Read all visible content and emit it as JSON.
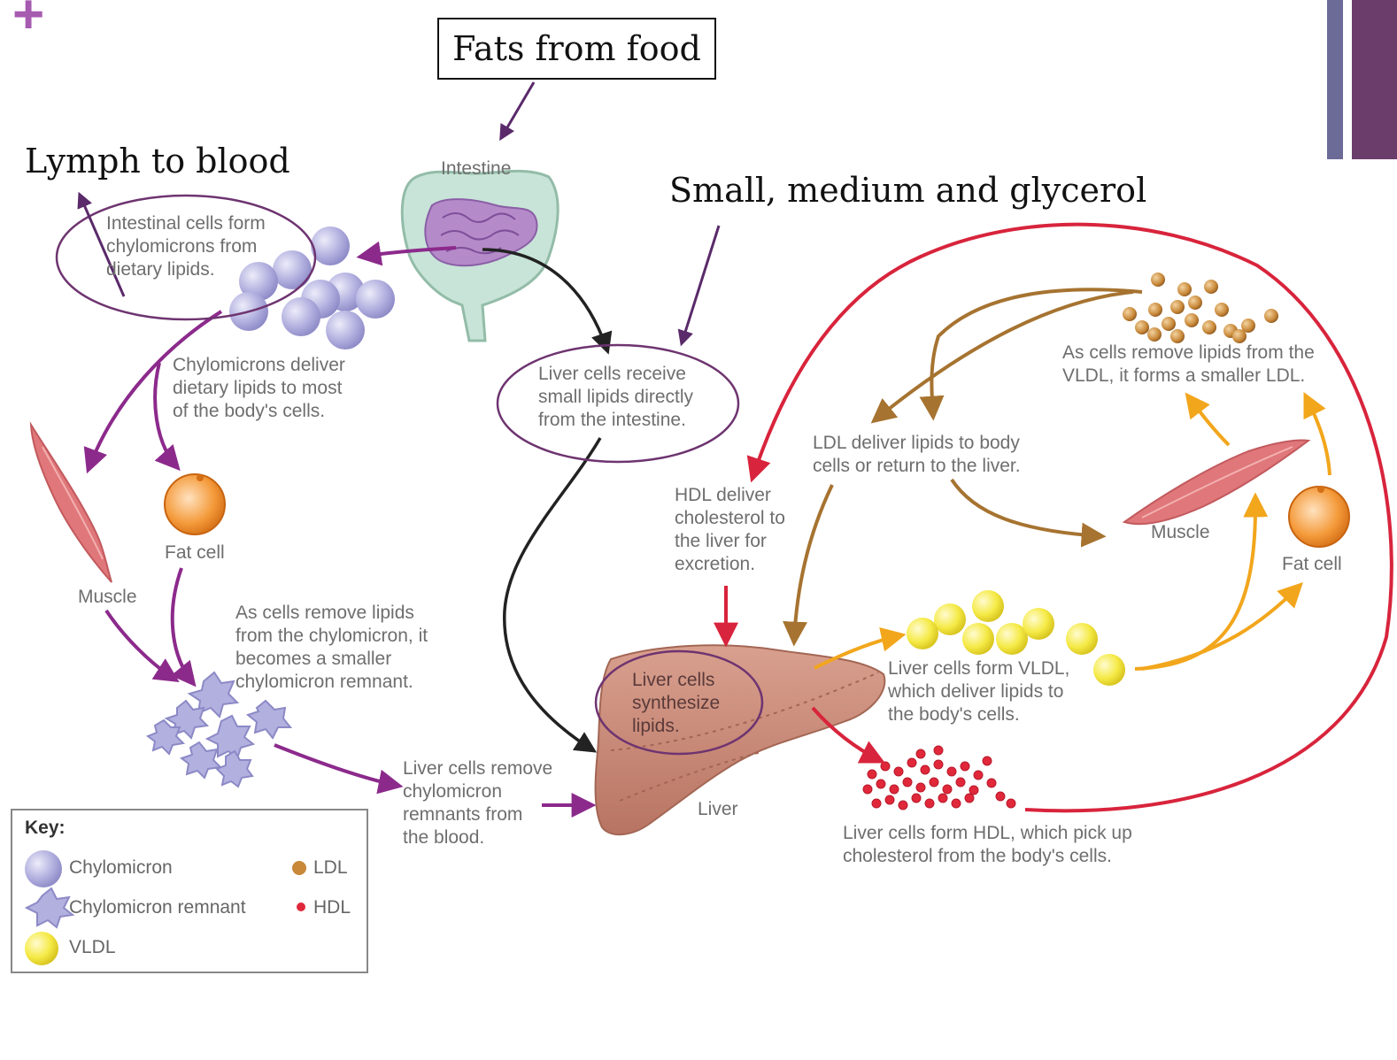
{
  "annotations": {
    "fats_from_food": "Fats from food",
    "lymph_to_blood": "Lymph to blood",
    "small_medium_glycerol": "Small, medium and glycerol"
  },
  "labels": {
    "intestine": "Intestine",
    "intestinal_cells": "Intestinal cells form\nchylomicrons from\ndietary lipids.",
    "chylomicrons_deliver": "Chylomicrons deliver\ndietary lipids to most\nof the body's cells.",
    "fat_cell_left": "Fat cell",
    "muscle_left": "Muscle",
    "cells_remove_chylomicron": "As cells remove lipids\nfrom the chylomicron, it\nbecomes a smaller\nchylomicron remnant.",
    "liver_receive": "Liver cells receive\nsmall lipids directly\nfrom the intestine.",
    "liver_remove_remnants": "Liver cells remove\nchylomicron\nremnants from\nthe blood.",
    "liver_synthesize": "Liver cells\nsynthesize\nlipids.",
    "liver": "Liver",
    "hdl_deliver": "HDL deliver\ncholesterol to\nthe liver for\nexcretion.",
    "ldl_deliver": "LDL deliver lipids to body\ncells or return to the liver.",
    "smaller_ldl": "As cells remove lipids from the\nVLDL, it forms a smaller LDL.",
    "muscle_right": "Muscle",
    "fat_cell_right": "Fat cell",
    "liver_vldl": "Liver cells form VLDL,\nwhich deliver lipids to\nthe body's cells.",
    "liver_hdl": "Liver cells form HDL, which pick up\ncholesterol from the body's cells."
  },
  "key": {
    "title": "Key:",
    "chylomicron": "Chylomicron",
    "chylomicron_remnant": "Chylomicron remnant",
    "vldl": "VLDL",
    "ldl": "LDL",
    "hdl": "HDL"
  },
  "colors": {
    "purple": "#8c2a8c",
    "chylomicron_fill": "#b2b0df",
    "vldl_fill": "#f5ea46",
    "ldl_fill": "#c88838",
    "hdl_fill": "#e0283a",
    "liver_fill": "#c98c7a",
    "muscle_fill": "#e0777a",
    "fat_cell_fill": "#f49a3a",
    "red_arrow": "#d8243c",
    "brown_arrow": "#a67330",
    "orange_arrow": "#f2a61c",
    "ellipse_stroke": "#6e3470"
  }
}
